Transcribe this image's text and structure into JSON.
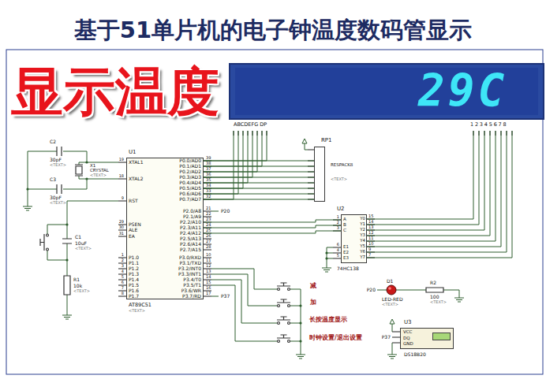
{
  "diagram": {
    "title": "基于51单片机的电子钟温度数码管显示",
    "nodes": [
      {
        "text": [
          "29C",
          "ABCDEFG DP",
          "12345678"
        ]
      },
      {
        "text": [
          "U1",
          "AT89C51",
          "<TEXT>"
        ]
      },
      {
        "text": [
          "RP1",
          "RESPACK8",
          "<TEXT>"
        ]
      },
      {
        "text": [
          "U2",
          "74HC138"
        ]
      },
      {
        "text": [
          "U3",
          "VCC",
          "DQ",
          "GND",
          "DS18B20"
        ]
      }
    ],
    "edges": [
      {
        "from": 1,
        "to": 0,
        "arrow": "none"
      },
      {
        "from": 1,
        "to": 2,
        "arrow": "none"
      },
      {
        "from": 1,
        "to": 3,
        "arrow": "none"
      },
      {
        "from": 3,
        "to": 0,
        "arrow": "none"
      }
    ],
    "labels": [
      "显示温度",
      "XTAL1",
      "XTAL2",
      "RST",
      "PSEN",
      "ALE",
      "EA",
      "P1.0",
      "P1.1",
      "P1.2",
      "P1.3",
      "P1.4",
      "P1.5",
      "P1.6",
      "P1.7",
      "19",
      "18",
      "9",
      "29",
      "30",
      "31",
      "1",
      "2",
      "3",
      "4",
      "5",
      "6",
      "7",
      "8",
      "P0.0/AD0",
      "P0.1/AD1",
      "P0.2/AD2",
      "P0.3/AD3",
      "P0.4/AD4",
      "P0.5/AD5",
      "P0.6/AD6",
      "P0.7/AD7",
      "P2.0/A8",
      "P2.1/A9",
      "P2.2/A10",
      "P2.3/A11",
      "P2.4/A12",
      "P2.5/A13",
      "P2.6/A14",
      "P2.7/A15",
      "P3.0/RXD",
      "P3.1/TXD",
      "P3.2/INT0",
      "P3.3/INT1",
      "P3.4/T0",
      "P3.5/T1",
      "P3.6/WR",
      "P3.7/RD",
      "39",
      "38",
      "37",
      "36",
      "35",
      "34",
      "33",
      "32",
      "21",
      "22",
      "23",
      "24",
      "25",
      "26",
      "27",
      "28",
      "10",
      "11",
      "12",
      "13",
      "14",
      "15",
      "16",
      "17",
      "A",
      "B",
      "C",
      "E1",
      "E2",
      "E3",
      "Y0",
      "Y1",
      "Y2",
      "Y3",
      "Y4",
      "Y5",
      "Y6",
      "Y7",
      "1",
      "2",
      "3",
      "6",
      "4",
      "5",
      "15",
      "14",
      "13",
      "12",
      "11",
      "10",
      "9",
      "7",
      "P20",
      "P37",
      "减",
      "加",
      "长按温度显示",
      "时钟设置/退出设置",
      "C2",
      "30pF",
      "<TEXT>",
      "C3",
      "30pF",
      "<TEXT>",
      "X1",
      "CRYSTAL",
      "<TEXT>",
      "C1",
      "10uF",
      "<TEXT>",
      "R1",
      "10k",
      "<TEXT>",
      "D1",
      "LED-RED",
      "<TEXT>",
      "R2",
      "100",
      "<TEXT>",
      "P20",
      "P37"
    ]
  }
}
